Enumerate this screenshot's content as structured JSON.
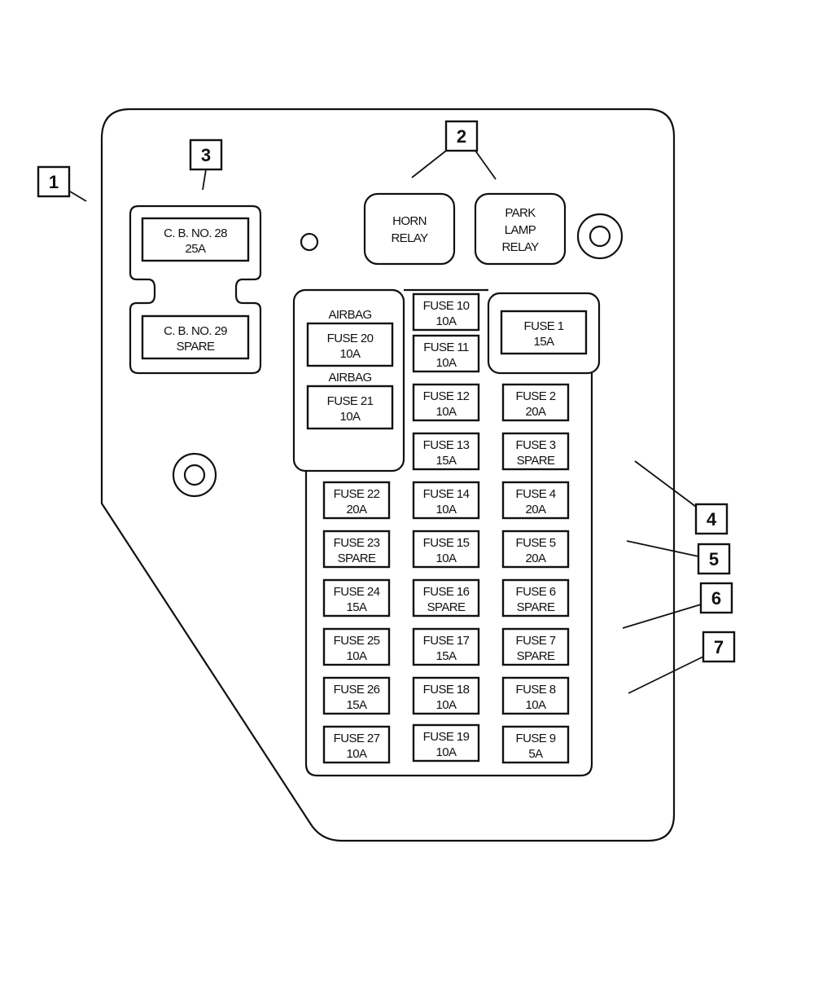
{
  "diagram": {
    "callouts": [
      {
        "id": "1",
        "label": "1",
        "target": "fuse-panel-housing"
      },
      {
        "id": "2",
        "label": "2",
        "target": "relays"
      },
      {
        "id": "3",
        "label": "3",
        "target": "circuit-breakers"
      },
      {
        "id": "4",
        "label": "4",
        "target": "fuse-panel"
      },
      {
        "id": "5",
        "label": "5",
        "target": "fuse-panel"
      },
      {
        "id": "6",
        "label": "6",
        "target": "fuse-panel"
      },
      {
        "id": "7",
        "label": "7",
        "target": "fuse-panel"
      }
    ],
    "circuit_breakers": [
      {
        "name": "C. B. NO. 28",
        "rating": "25A"
      },
      {
        "name": "C. B. NO. 29",
        "rating": "SPARE"
      }
    ],
    "relays": [
      {
        "lines": [
          "HORN",
          "RELAY"
        ]
      },
      {
        "lines": [
          "PARK",
          "LAMP",
          "RELAY"
        ]
      }
    ],
    "airbag": {
      "label": "AIRBAG",
      "fuses": [
        {
          "name": "FUSE 20",
          "rating": "10A"
        },
        {
          "name": "FUSE 21",
          "rating": "10A"
        }
      ]
    },
    "fuse1": {
      "name": "FUSE 1",
      "rating": "15A"
    },
    "fuse_columns": {
      "left": [
        {
          "name": "FUSE 22",
          "rating": "20A"
        },
        {
          "name": "FUSE 23",
          "rating": "SPARE"
        },
        {
          "name": "FUSE 24",
          "rating": "15A"
        },
        {
          "name": "FUSE 25",
          "rating": "10A"
        },
        {
          "name": "FUSE 26",
          "rating": "15A"
        },
        {
          "name": "FUSE 27",
          "rating": "10A"
        }
      ],
      "middle": [
        {
          "name": "FUSE 10",
          "rating": "10A"
        },
        {
          "name": "FUSE 11",
          "rating": "10A"
        },
        {
          "name": "FUSE 12",
          "rating": "10A"
        },
        {
          "name": "FUSE 13",
          "rating": "15A"
        },
        {
          "name": "FUSE 14",
          "rating": "10A"
        },
        {
          "name": "FUSE 15",
          "rating": "10A"
        },
        {
          "name": "FUSE 16",
          "rating": "SPARE"
        },
        {
          "name": "FUSE 17",
          "rating": "15A"
        },
        {
          "name": "FUSE 18",
          "rating": "10A"
        },
        {
          "name": "FUSE 19",
          "rating": "10A"
        }
      ],
      "right": [
        {
          "name": "FUSE 2",
          "rating": "20A"
        },
        {
          "name": "FUSE 3",
          "rating": "SPARE"
        },
        {
          "name": "FUSE 4",
          "rating": "20A"
        },
        {
          "name": "FUSE 5",
          "rating": "20A"
        },
        {
          "name": "FUSE 6",
          "rating": "SPARE"
        },
        {
          "name": "FUSE 7",
          "rating": "SPARE"
        },
        {
          "name": "FUSE 8",
          "rating": "10A"
        },
        {
          "name": "FUSE 9",
          "rating": "5A"
        }
      ]
    }
  }
}
